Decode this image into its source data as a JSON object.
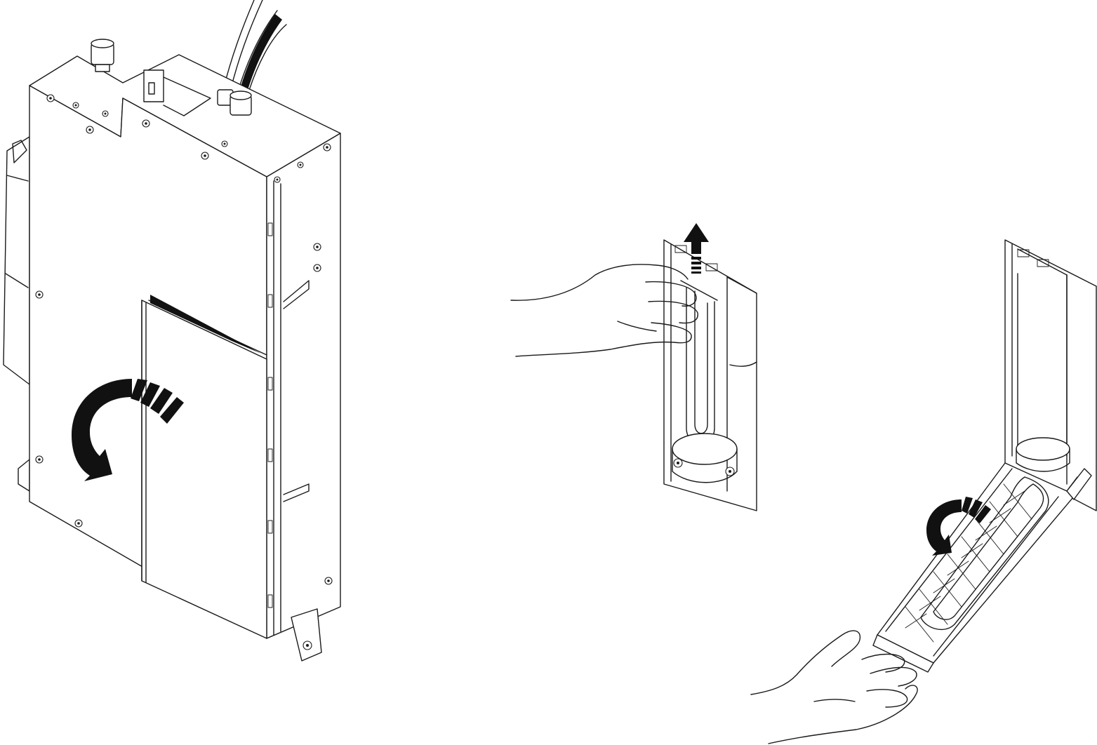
{
  "figure": {
    "panels": [
      {
        "id": "step-1",
        "action": "open-front-cover",
        "arrow": "curved-clockwise-arrow-icon"
      },
      {
        "id": "step-2",
        "action": "pull-latch-up",
        "arrow": "up-arrow-icon"
      },
      {
        "id": "step-3",
        "action": "swing-out-module",
        "arrow": "curved-counterclockwise-arrow-icon"
      }
    ],
    "colors": {
      "line": "#1a1a1a",
      "background": "#ffffff",
      "arrow": "#111111"
    }
  }
}
